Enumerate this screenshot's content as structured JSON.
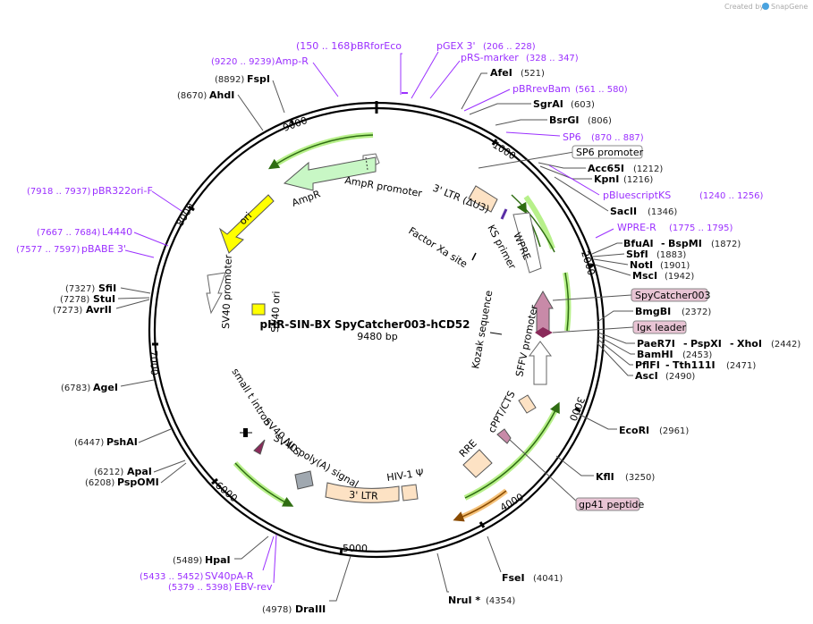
{
  "credit": {
    "prefix": "Created by",
    "brand": "SnapGene"
  },
  "plasmid": {
    "name": "pHR-SIN-BX SpyCatcher003-hCD52",
    "length": "9480 bp"
  },
  "ticks": [
    "1000",
    "2000",
    "3000",
    "4000",
    "5000",
    "6000",
    "7000",
    "8000",
    "9000"
  ],
  "sites": [
    {
      "name": "AfeI",
      "pos": "(521)"
    },
    {
      "name": "SgrAI",
      "pos": "(603)"
    },
    {
      "name": "BsrGI",
      "pos": "(806)"
    },
    {
      "name": "Acc65I",
      "pos": "(1212)"
    },
    {
      "name": "KpnI",
      "pos": "(1216)"
    },
    {
      "name": "SacII",
      "pos": "(1346)"
    },
    {
      "name": "BfuAI",
      "name2": "BspMI",
      "pos": "(1872)"
    },
    {
      "name": "SbfI",
      "pos": "(1883)"
    },
    {
      "name": "NotI",
      "pos": "(1901)"
    },
    {
      "name": "MscI",
      "pos": "(1942)"
    },
    {
      "name": "BmgBI",
      "pos": "(2372)"
    },
    {
      "name": "PaeR7I",
      "name2": "PspXI",
      "name3": "XhoI",
      "pos": "(2442)"
    },
    {
      "name": "BamHI",
      "pos": "(2453)"
    },
    {
      "name": "PflFI",
      "name2": "Tth111I",
      "pos": "(2471)"
    },
    {
      "name": "AscI",
      "pos": "(2490)"
    },
    {
      "name": "EcoRI",
      "pos": "(2961)"
    },
    {
      "name": "KflI",
      "pos": "(3250)"
    },
    {
      "name": "FseI",
      "pos": "(4041)"
    },
    {
      "name": "NruI *",
      "pos": "(4354)"
    },
    {
      "name": "DraIII",
      "pos": "(4978)"
    },
    {
      "name": "HpaI",
      "pos": "(5489)"
    },
    {
      "name": "PspOMI",
      "pos": "(6208)"
    },
    {
      "name": "ApaI",
      "pos": "(6212)"
    },
    {
      "name": "PshAI",
      "pos": "(6447)"
    },
    {
      "name": "AgeI",
      "pos": "(6783)"
    },
    {
      "name": "AvrII",
      "pos": "(7273)"
    },
    {
      "name": "StuI",
      "pos": "(7278)"
    },
    {
      "name": "SfiI",
      "pos": "(7327)"
    },
    {
      "name": "AhdI",
      "pos": "(8670)"
    },
    {
      "name": "FspI",
      "pos": "(8892)"
    }
  ],
  "primers": [
    {
      "name": "pBRforEco",
      "range": "(150 .. 168)"
    },
    {
      "name": "pGEX 3'",
      "range": "(206 .. 228)"
    },
    {
      "name": "pRS-marker",
      "range": "(328 .. 347)"
    },
    {
      "name": "pBRrevBam",
      "range": "(561 .. 580)"
    },
    {
      "name": "SP6",
      "range": "(870 .. 887)"
    },
    {
      "name": "pBluescriptKS",
      "range": "(1240 .. 1256)"
    },
    {
      "name": "WPRE-R",
      "range": "(1775 .. 1795)"
    },
    {
      "name": "SV40pA-R",
      "range": "(5433 .. 5452)"
    },
    {
      "name": "EBV-rev",
      "range": "(5379 .. 5398)"
    },
    {
      "name": "pBABE 3'",
      "range": "(7577 .. 7597)"
    },
    {
      "name": "L4440",
      "range": "(7667 .. 7684)"
    },
    {
      "name": "pBR322ori-F",
      "range": "(7918 .. 7937)"
    },
    {
      "name": "Amp-R",
      "range": "(9220 .. 9239)"
    }
  ],
  "boxed_labels": {
    "sp6_promoter": "SP6 promoter",
    "spycatcher": "SpyCatcher003",
    "igk_leader": "Igκ leader",
    "gp41": "gp41 peptide"
  },
  "features": {
    "ampr_promoter": "AmpR promoter",
    "ampr": "AmpR",
    "ori": "ori",
    "sv40_promoter": "SV40 promoter",
    "sv40_ori": "SV40 ori",
    "ltr3": "3' LTR (ΔU3)",
    "ks_primer": "KS primer",
    "wpre": "WPRE",
    "factor_xa": "Factor Xa site",
    "kozak": "Kozak sequence",
    "sffv": "SFFV promoter",
    "cppt": "cPPT/CTS",
    "rre": "RRE",
    "hiv": "HIV-1 Ψ",
    "ltr": "3' LTR",
    "sv40_polya": "SV40 poly(A) signal",
    "sv40_nls": "SV40 NLS",
    "small_t": "small t intron"
  },
  "colors": {
    "backbone": "#000000",
    "purple": "#9b30ff",
    "green_arrow": "#b7f08a",
    "ampr": "#c8f7c5",
    "ori": "#ffff00",
    "ltr": "#fde2c4",
    "spycatcher": "#c88aa8",
    "orange_arrow": "#f5a623"
  }
}
